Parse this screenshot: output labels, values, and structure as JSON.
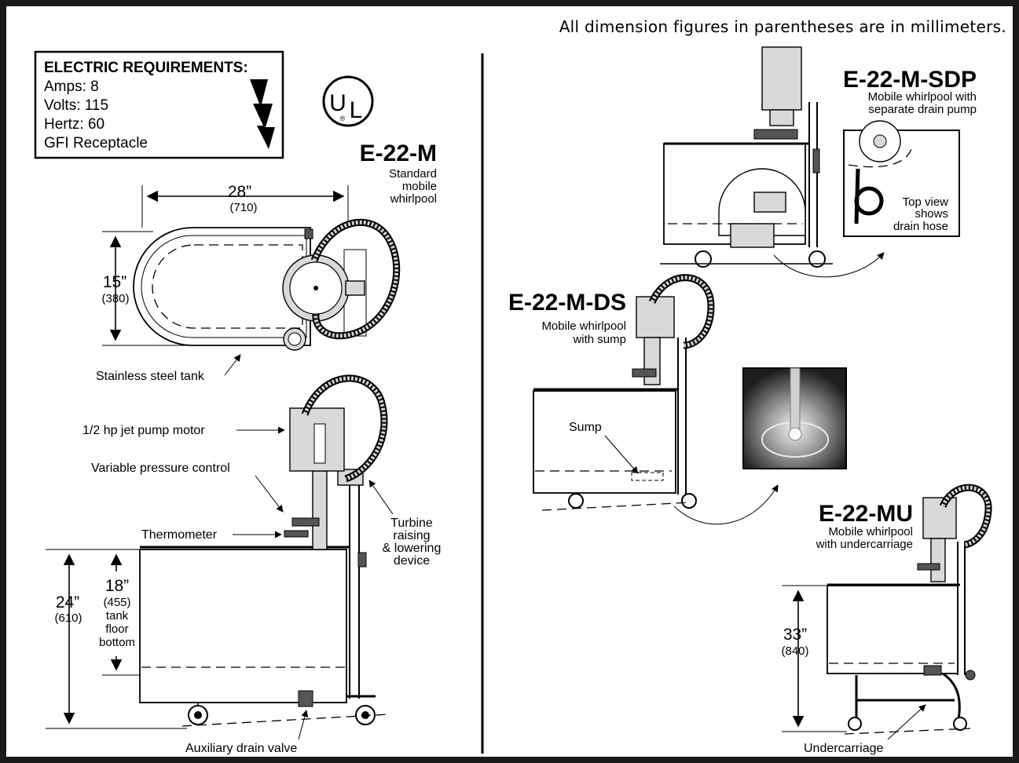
{
  "header_note": "All dimension figures in parentheses are in millimeters.",
  "electric": {
    "title": "ELECTRIC REQUIREMENTS:",
    "lines": [
      "Amps: 8",
      "Volts: 115",
      "Hertz: 60",
      "GFI Receptacle"
    ]
  },
  "ul_mark": {
    "letters": "UL",
    "registered": "®"
  },
  "e22m": {
    "model": "E-22-M",
    "subtitle": [
      "Standard",
      "mobile",
      "whirlpool"
    ],
    "width_in": "28”",
    "width_mm": "(710)",
    "depth_in": "15”",
    "depth_mm": "(380)",
    "height_in": "24”",
    "height_mm": "(610)",
    "floor_in": "18”",
    "floor_lines": [
      "(455)",
      "tank",
      "floor",
      "bottom"
    ],
    "labels": {
      "tank": "Stainless steel tank",
      "motor": "1/2 hp jet pump motor",
      "pressure": "Variable pressure control",
      "thermometer": "Thermometer",
      "turbine": [
        "Turbine",
        "raising",
        "& lowering",
        "device"
      ],
      "drain": "Auxiliary drain valve"
    }
  },
  "e22msdp": {
    "model": "E-22-M-SDP",
    "subtitle": [
      "Mobile whirlpool with",
      "separate drain pump"
    ],
    "inset": [
      "Top view",
      "shows",
      "drain hose"
    ]
  },
  "e22mds": {
    "model": "E-22-M-DS",
    "subtitle": [
      "Mobile whirlpool",
      "with sump"
    ],
    "sump": "Sump"
  },
  "e22mu": {
    "model": "E-22-MU",
    "subtitle": [
      "Mobile whirlpool",
      "with undercarriage"
    ],
    "height_in": "33”",
    "height_mm": "(840)",
    "undercarriage": "Undercarriage"
  }
}
